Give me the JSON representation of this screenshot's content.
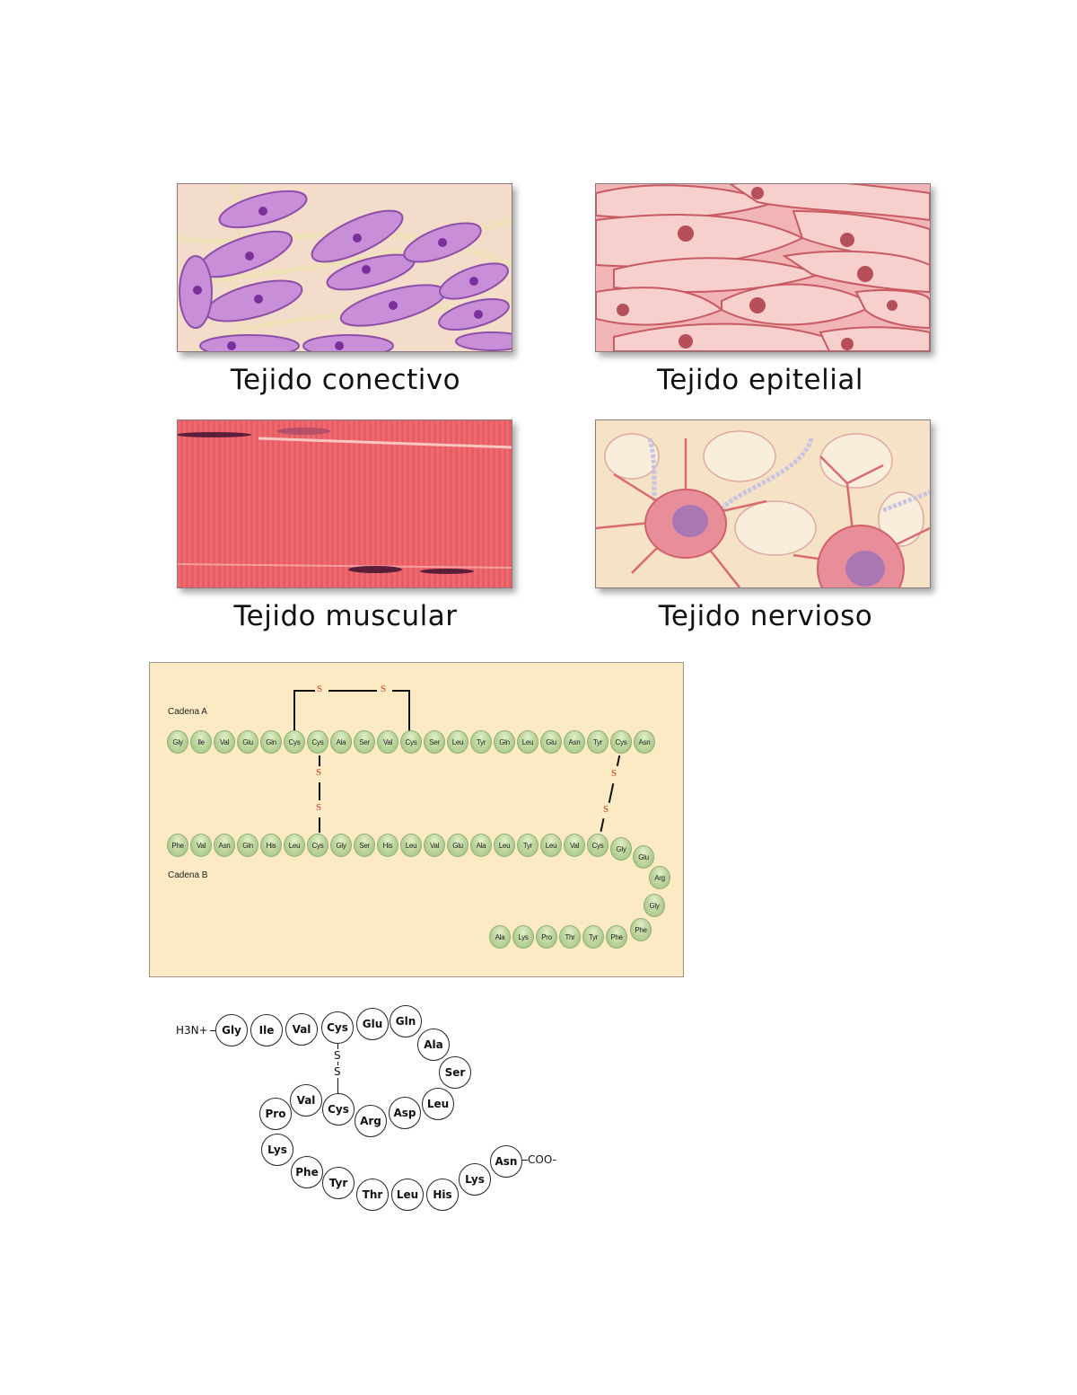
{
  "tissues": [
    {
      "label": "Tejido conectivo",
      "colors": {
        "bg": "#f4dccb",
        "cell": "#c88fd8",
        "nucleus": "#7a2f9a",
        "fiber": "#efe2b8"
      }
    },
    {
      "label": "Tejido epitelial",
      "colors": {
        "bg": "#f2b5b5",
        "cell": "#f5c8c6",
        "nucleus": "#b5505a",
        "border": "#c75a62"
      }
    },
    {
      "label": "Tejido muscular",
      "colors": {
        "bg": "#e85c63",
        "stripe": "#f07a80",
        "nucleus": "#5a1e3a"
      }
    },
    {
      "label": "Tejido nervioso",
      "colors": {
        "bg": "#f6e2c6",
        "neuron": "#e88e9a",
        "nucleus": "#9a72b8",
        "process": "#d96a72"
      }
    }
  ],
  "insulin_panel": {
    "background": "#fbeac3",
    "bead_color": "#b9d39a",
    "disulfide_color": "#d03a2a",
    "chain_a": {
      "label": "Cadena A",
      "residues": [
        "Gly",
        "Ile",
        "Val",
        "Glu",
        "Gln",
        "Cys",
        "Cys",
        "Ala",
        "Ser",
        "Val",
        "Cys",
        "Ser",
        "Leu",
        "Tyr",
        "Gln",
        "Leu",
        "Glu",
        "Asn",
        "Tyr",
        "Cys",
        "Asn"
      ]
    },
    "chain_b": {
      "label": "Cadena B",
      "residues": [
        "Phe",
        "Val",
        "Asn",
        "Gln",
        "His",
        "Leu",
        "Cys",
        "Gly",
        "Ser",
        "His",
        "Leu",
        "Val",
        "Glu",
        "Ala",
        "Leu",
        "Tyr",
        "Leu",
        "Val",
        "Cys",
        "Gly",
        "Glu",
        "Arg",
        "Gly",
        "Phe",
        "Phe",
        "Tyr",
        "Thr",
        "Pro",
        "Lys",
        "Ala"
      ]
    },
    "disulfide_label": "S"
  },
  "peptide": {
    "n_terminus": "H3N+",
    "c_terminus": "COO-",
    "residues": [
      "Gly",
      "Ile",
      "Val",
      "Cys",
      "Glu",
      "Gln",
      "Ala",
      "Ser",
      "Leu",
      "Asp",
      "Arg",
      "Cys",
      "Val",
      "Pro",
      "Lys",
      "Phe",
      "Tyr",
      "Thr",
      "Leu",
      "His",
      "Lys",
      "Asn"
    ],
    "bond_label": "S"
  }
}
